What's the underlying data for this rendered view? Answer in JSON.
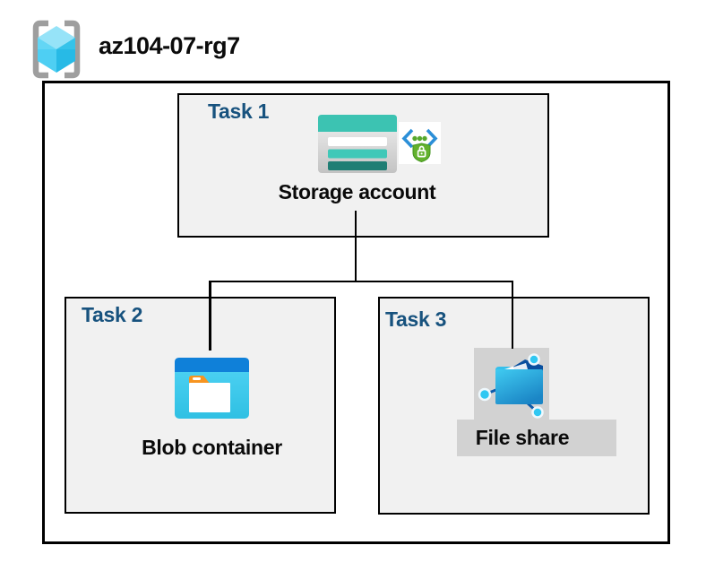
{
  "header": {
    "resource_group_name": "az104-07-rg7",
    "icon": "resource-group-icon"
  },
  "diagram": {
    "tasks": [
      {
        "label": "Task 1",
        "resource": "Storage account",
        "icons": [
          "storage-account-icon",
          "code-shield-sas-icon"
        ]
      },
      {
        "label": "Task 2",
        "resource": "Blob container",
        "icons": [
          "blob-container-icon"
        ]
      },
      {
        "label": "Task 3",
        "resource": "File share",
        "icons": [
          "file-share-icon"
        ],
        "highlighted": true
      }
    ],
    "connections": [
      {
        "from": "Storage account",
        "to": "Blob container"
      },
      {
        "from": "Storage account",
        "to": "File share"
      }
    ]
  },
  "colors": {
    "task_label": "#17527E",
    "box_fill": "#F1F1F1",
    "highlight_gray": "#D2D2D2",
    "border_black": "#000000",
    "storage_teal": "#3CC3B2",
    "storage_teal_dark": "#1F7E74",
    "blob_top_blue": "#0F80D9",
    "blob_cyan": "#3FC9EE",
    "share_navy": "#0A4F9E",
    "share_node_cyan": "#2FC7F2",
    "shield_green": "#63B12D",
    "chevron_blue": "#2B8FD8",
    "bracket_gray": "#9E9E9E"
  }
}
